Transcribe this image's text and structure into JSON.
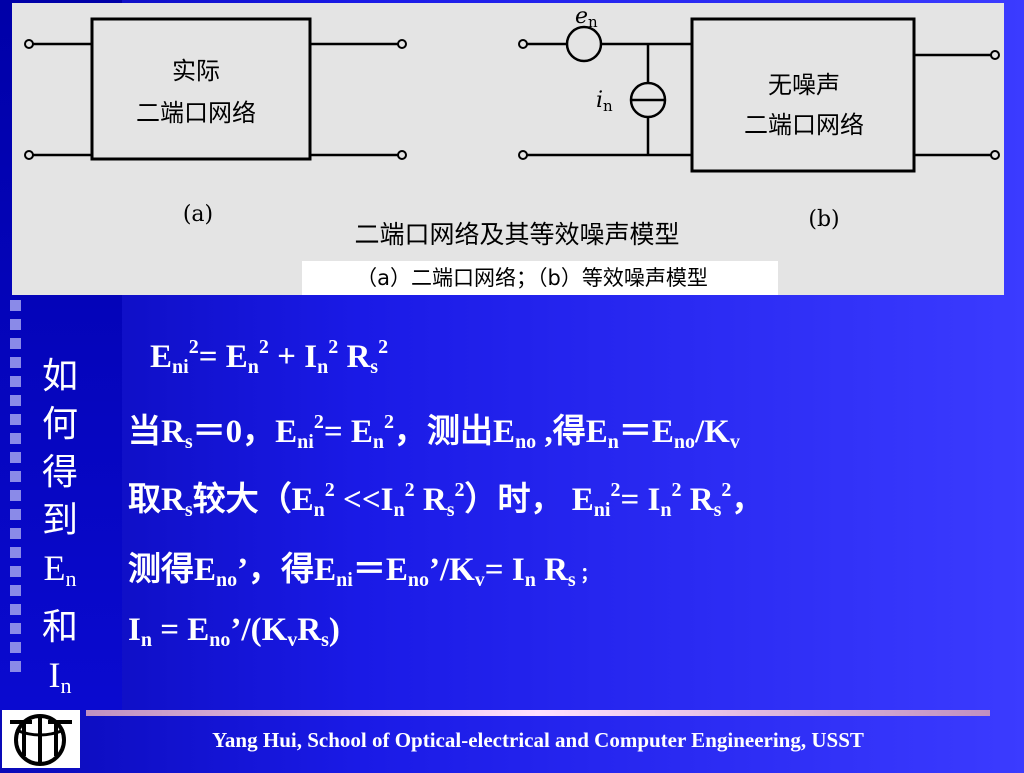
{
  "figure": {
    "box_a_line1": "实际",
    "box_a_line2": "二端口网络",
    "label_a": "(a)",
    "box_b_line1": "无噪声",
    "box_b_line2": "二端口网络",
    "label_b": "(b)",
    "source_e": "e",
    "source_e_sub": "n",
    "source_i": "i",
    "source_i_sub": "n",
    "caption_main": "二端口网络及其等效噪声模型",
    "caption_sub": "（a）二端口网络；（b）等效噪声模型"
  },
  "side": {
    "q_chars": [
      "如",
      "何",
      "得",
      "到"
    ],
    "e_var": "E",
    "e_sub": "n",
    "and_char": "和",
    "i_var": "I",
    "i_sub": "n"
  },
  "formulas": {
    "line1": {
      "a": "E",
      "a_sub": "ni",
      "a_sup": "2",
      "eq": "= E",
      "b_sub": "n",
      "b_sup": "2",
      "plus": " + I",
      "c_sub": "n",
      "c_sup": "2",
      "d": " R",
      "d_sub": "s",
      "d_sup": "2"
    },
    "line2": {
      "p1": "当R",
      "s1": "s",
      "p2": "＝0，E",
      "s2": "ni",
      "p2_sup": "2",
      "p3": "= E",
      "s3": "n",
      "p3_sup": "2",
      "p4": "，测出E",
      "s4": "no",
      "p5": " ,得E",
      "s5": "n",
      "p6": "＝E",
      "s6": "no",
      "p7": "/K",
      "s7": "v"
    },
    "line3": {
      "p1": "取R",
      "s1": "s",
      "p2": "较大（E",
      "s2": "n",
      "p2_sup": "2",
      "p3": " <<I",
      "s3": "n",
      "p3_sup": "2",
      "p4": " R",
      "s4": "s",
      "p4_sup": "2",
      "p5": "）时， E",
      "s5": "ni",
      "p5_sup": "2",
      "p6": "= I",
      "s6": "n",
      "p6_sup": "2",
      "p7": " R",
      "s7": "s",
      "p7_sup": "2",
      "p8": "，"
    },
    "line4": {
      "p1": "测得E",
      "s1": "no",
      "p2": "’，得E",
      "s2": "ni",
      "p3": "＝E",
      "s3": "no",
      "p4": "’/K",
      "s4": "v",
      "p5": "= I",
      "s5": "n",
      "p6": " R",
      "s6": "s",
      "p7": " ；"
    },
    "line5": {
      "p1": "I",
      "s1": "n",
      "p2": " = E",
      "s2": "no",
      "p3": "’/(K",
      "s3": "v",
      "p4": "R",
      "s4": "s",
      "p5": ")"
    }
  },
  "footer": {
    "text": "Yang Hui, School of Optical-electrical and Computer Engineering, USST"
  },
  "colors": {
    "background": "#1a1ae6",
    "figure_bg": "#e4e4e4",
    "text": "#ffffff"
  }
}
